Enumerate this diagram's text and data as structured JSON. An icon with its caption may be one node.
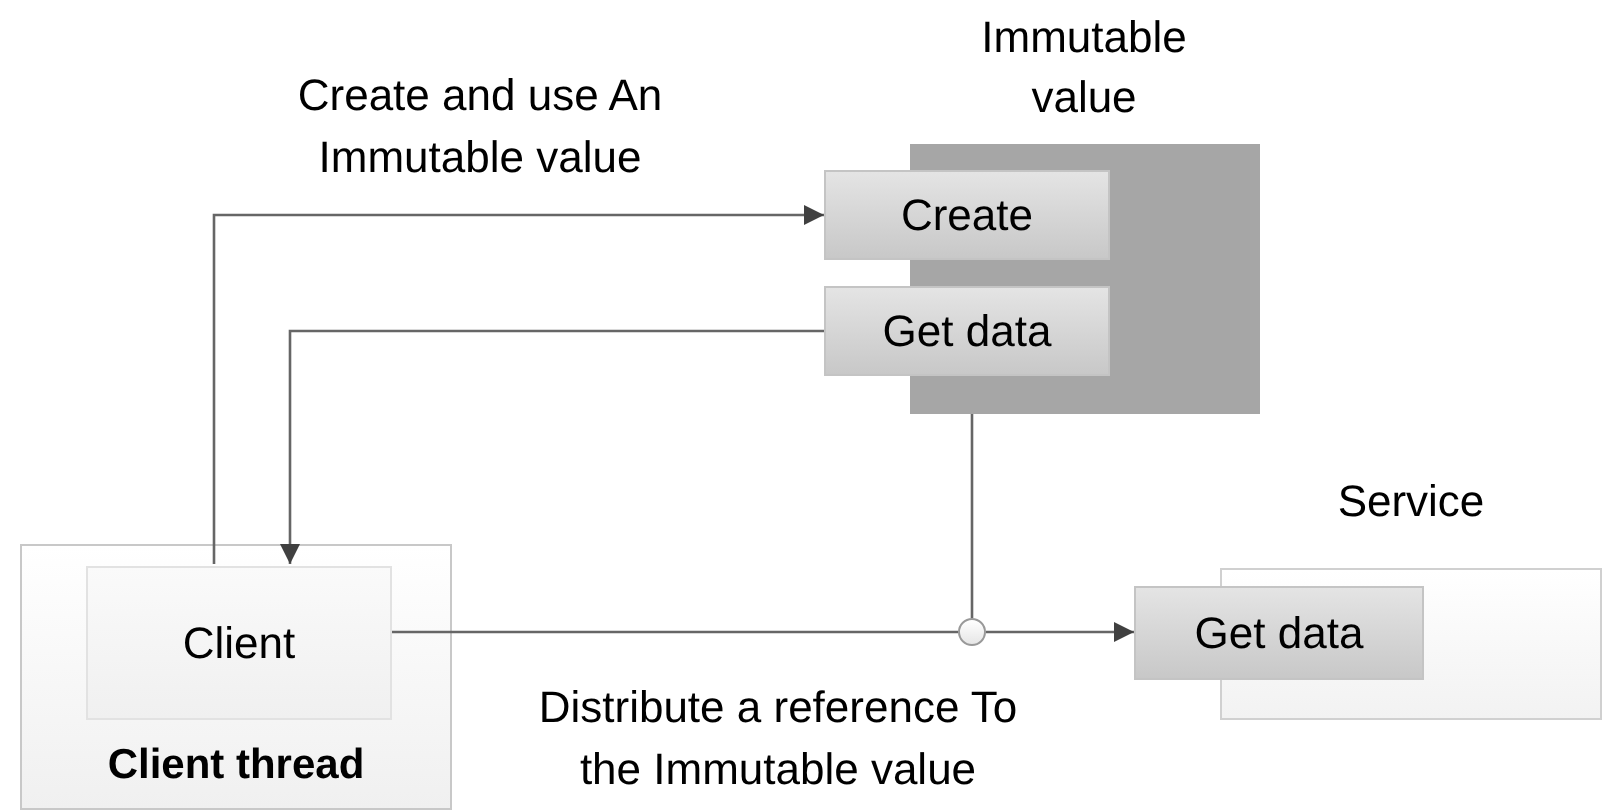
{
  "diagram": {
    "nodes": [
      {
        "text": [
          "Immutable value"
        ]
      },
      {
        "text": [
          "Create"
        ]
      },
      {
        "text": [
          "Get data"
        ]
      },
      {
        "text": [
          "Client thread"
        ]
      },
      {
        "text": [
          "Client"
        ],
        "in": 3
      },
      {
        "text": [
          "Service"
        ]
      },
      {
        "text": [
          "Get data"
        ]
      },
      {
        "text": [],
        "shape": "circle"
      }
    ],
    "edges": [
      {
        "from": 4,
        "to": 1,
        "arrow": "to",
        "label": "Create and use An Immutable value"
      },
      {
        "from": 2,
        "to": 4,
        "arrow": "to"
      },
      {
        "from": 4,
        "to": 7,
        "arrow": "none",
        "label": "Distribute a reference To the Immutable value"
      },
      {
        "from": 7,
        "to": 6,
        "arrow": "to"
      },
      {
        "from": 0,
        "to": 7,
        "arrow": "none"
      }
    ]
  }
}
